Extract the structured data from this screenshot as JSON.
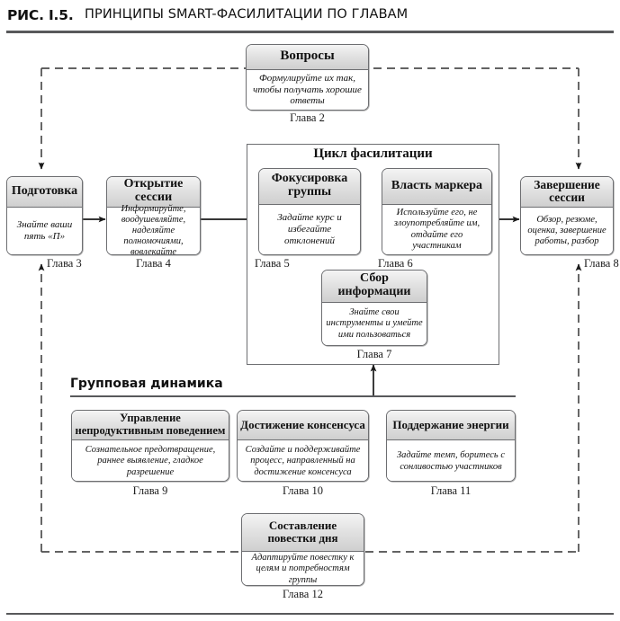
{
  "figure": {
    "number": "РИС. I.5.",
    "title": "ПРИНЦИПЫ SMART-ФАСИЛИТАЦИИ ПО ГЛАВАМ"
  },
  "cycle": {
    "title": "Цикл фасилитации"
  },
  "group_dynamics": {
    "title": "Групповая динамика"
  },
  "nodes": [
    {
      "id": "questions",
      "title": "Вопросы",
      "body": "Формулируйте их так, чтобы получать хорошие ответы",
      "caption": "Глава 2"
    },
    {
      "id": "preparation",
      "title": "Подготовка",
      "body": "Знайте ваши пять «П»",
      "caption": "Глава 3"
    },
    {
      "id": "opening-session",
      "title": "Открытие сессии",
      "body": "Информируйте, воодушевляйте, наделяйте полномочиями, вовлекайте",
      "caption": "Глава 4"
    },
    {
      "id": "group-focus",
      "title": "Фокусировка группы",
      "body": "Задайте курс и избегайте отклонений",
      "caption": "Глава 5"
    },
    {
      "id": "marker-power",
      "title": "Власть маркера",
      "body": "Используйте его, не злоупотребляйте им, отдайте его участникам",
      "caption": "Глава 6"
    },
    {
      "id": "information-gathering",
      "title": "Сбор информации",
      "body": "Знайте свои инструменты и умейте ими пользоваться",
      "caption": "Глава 7"
    },
    {
      "id": "closing-session",
      "title": "Завершение сессии",
      "body": "Обзор, резюме, оценка, завершение работы, разбор",
      "caption": "Глава 8"
    },
    {
      "id": "unproductive-behavior",
      "title": "Управление непродуктивным поведением",
      "body": "Сознательное предотвращение, раннее выявление, гладкое разрешение",
      "caption": "Глава 9"
    },
    {
      "id": "consensus",
      "title": "Достижение консенсуса",
      "body": "Создайте и поддерживайте процесс, направленный на достижение консенсуса",
      "caption": "Глава 10"
    },
    {
      "id": "energy",
      "title": "Поддержание энергии",
      "body": "Задайте темп, боритесь с сонливостью участников",
      "caption": "Глава 11"
    },
    {
      "id": "agenda",
      "title": "Составление повестки дня",
      "body": "Адаптируйте повестку к целям и потребностям группы",
      "caption": "Глава 12"
    }
  ],
  "colors": {
    "rule": "#58595b",
    "box_border": "#6d6e71",
    "header_gradient_top": "#f4f4f4",
    "header_gradient_bottom": "#cfcfcf",
    "text": "#111111",
    "arrow": "#1a1a1a"
  }
}
